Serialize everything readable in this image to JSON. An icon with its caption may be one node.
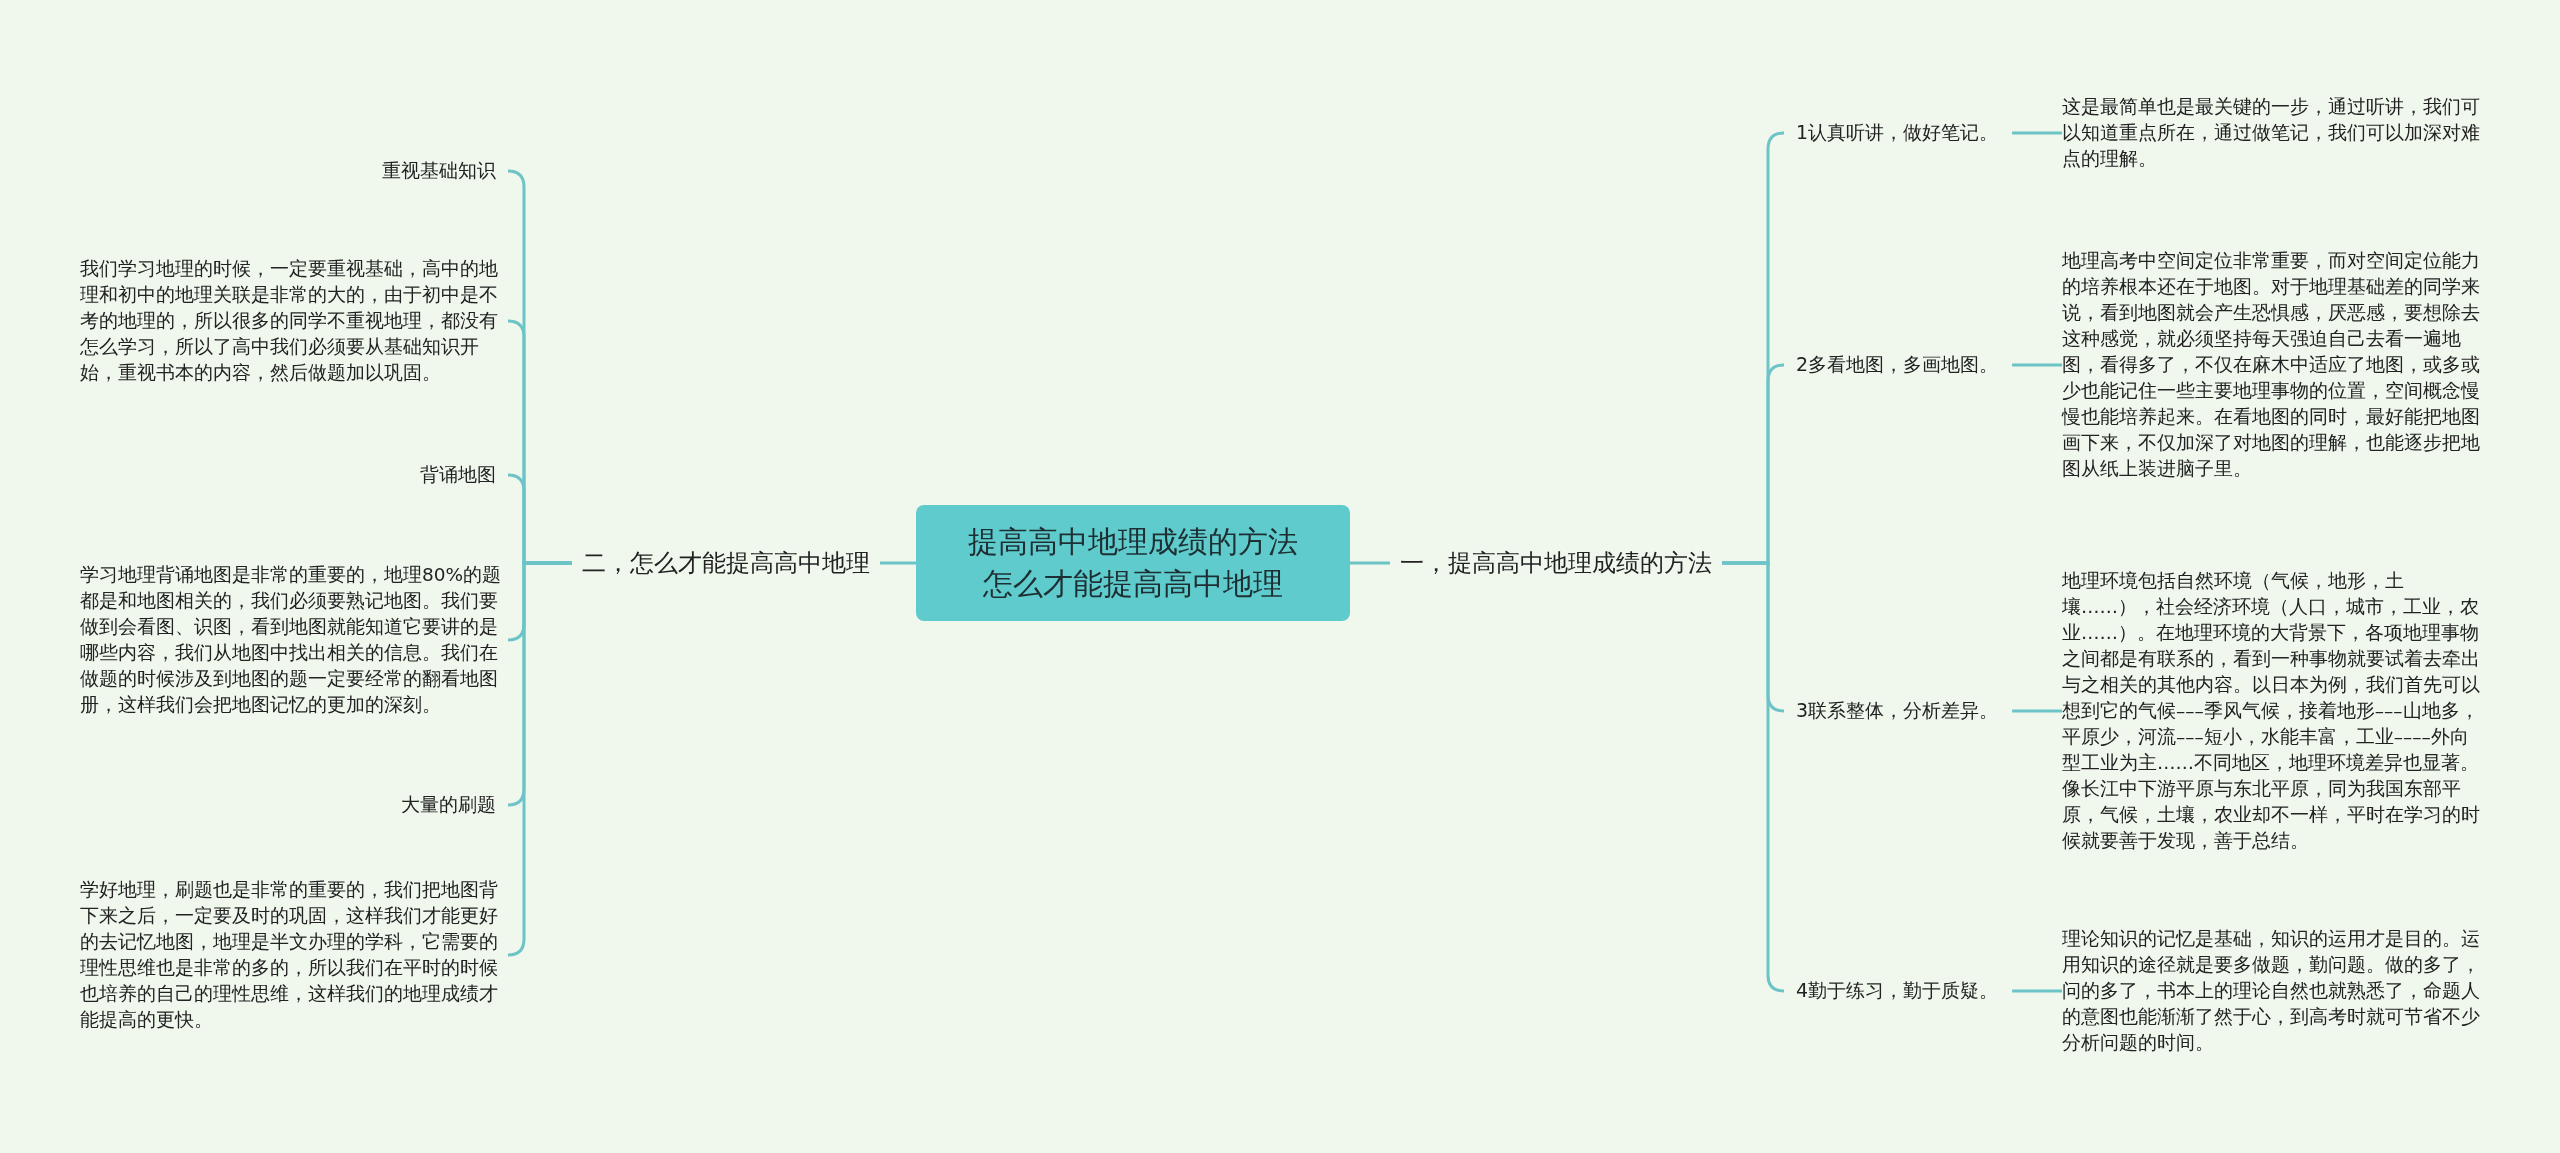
{
  "diagram": {
    "nodes": [
      {
        "text": [
          "提高高中地理成绩的方法",
          "怎么才能提高高中地理"
        ]
      },
      {
        "text": [
          "二，怎么才能提高高中地理"
        ]
      },
      {
        "text": [
          "重视基础知识"
        ]
      },
      {
        "text": [
          "我们学习地理的时候，一定要重视基础，高中的地理和初中的地理关联是非常的大的，由于初中是不考的地理的，所以很多的同学不重视地理，都没有怎么学习，所以了高中我们必须要从基础知识开始，重视书本的内容，然后做题加以巩固。"
        ]
      },
      {
        "text": [
          "背诵地图"
        ]
      },
      {
        "text": [
          "学习地理背诵地图是非常的重要的，地理80%的题都是和地图相关的，我们必须要熟记地图。我们要做到会看图、识图，看到地图就能知道它要讲的是哪些内容，我们从地图中找出相关的信息。我们在做题的时候涉及到地图的题一定要经常的翻看地图册，这样我们会把地图记忆的更加的深刻。"
        ]
      },
      {
        "text": [
          "大量的刷题"
        ]
      },
      {
        "text": [
          "学好地理，刷题也是非常的重要的，我们把地图背下来之后，一定要及时的巩固，这样我们才能更好的去记忆地图，地理是半文办理的学科，它需要的理性思维也是非常的多的，所以我们在平时的时候也培养的自己的理性思维，这样我们的地理成绩才能提高的更快。"
        ]
      },
      {
        "text": [
          "一，提高高中地理成绩的方法"
        ]
      },
      {
        "text": [
          "1认真听讲，做好笔记。"
        ]
      },
      {
        "text": [
          "这是最简单也是最关键的一步，通过听讲，我们可以知道重点所在，通过做笔记，我们可以加深对难点的理解。"
        ]
      },
      {
        "text": [
          "2多看地图，多画地图。"
        ]
      },
      {
        "text": [
          "地理高考中空间定位非常重要，而对空间定位能力的培养根本还在于地图。对于地理基础差的同学来说，看到地图就会产生恐惧感，厌恶感，要想除去这种感觉，就必须坚持每天强迫自己去看一遍地图，看得多了，不仅在麻木中适应了地图，或多或少也能记住一些主要地理事物的位置，空间概念慢慢也能培养起来。在看地图的同时，最好能把地图画下来，不仅加深了对地图的理解，也能逐步把地图从纸上装进脑子里。"
        ]
      },
      {
        "text": [
          "3联系整体，分析差异。"
        ]
      },
      {
        "text": [
          "地理环境包括自然环境（气候，地形，土壤……），社会经济环境（人口，城市，工业，农业……）。在地理环境的大背景下，各项地理事物之间都是有联系的，看到一种事物就要试着去牵出与之相关的其他内容。以日本为例，我们首先可以想到它的气候–––季风气候，接着地形–––山地多，平原少，河流–––短小，水能丰富，工业––––外向型工业为主……不同地区，地理环境差异也显著。像长江中下游平原与东北平原，同为我国东部平原，气候，土壤，农业却不一样，平时在学习的时候就要善于发现，善于总结。"
        ]
      },
      {
        "text": [
          "4勤于练习，勤于质疑。"
        ]
      },
      {
        "text": [
          "理论知识的记忆是基础，知识的运用才是目的。运用知识的途径就是要多做题，勤问题。做的多了，问的多了，书本上的理论自然也就熟悉了，命题人的意图也能渐渐了然于心，到高考时就可节省不少分析问题的时间。"
        ]
      }
    ],
    "edges": [
      {
        "from": 0,
        "to": 1,
        "arrow": "none"
      },
      {
        "from": 1,
        "to": 2,
        "arrow": "none"
      },
      {
        "from": 1,
        "to": 3,
        "arrow": "none"
      },
      {
        "from": 1,
        "to": 4,
        "arrow": "none"
      },
      {
        "from": 1,
        "to": 5,
        "arrow": "none"
      },
      {
        "from": 1,
        "to": 6,
        "arrow": "none"
      },
      {
        "from": 1,
        "to": 7,
        "arrow": "none"
      },
      {
        "from": 0,
        "to": 8,
        "arrow": "none"
      },
      {
        "from": 8,
        "to": 9,
        "arrow": "none"
      },
      {
        "from": 8,
        "to": 11,
        "arrow": "none"
      },
      {
        "from": 8,
        "to": 13,
        "arrow": "none"
      },
      {
        "from": 8,
        "to": 15,
        "arrow": "none"
      },
      {
        "from": 9,
        "to": 10,
        "arrow": "none"
      },
      {
        "from": 11,
        "to": 12,
        "arrow": "none"
      },
      {
        "from": 13,
        "to": 14,
        "arrow": "none"
      },
      {
        "from": 15,
        "to": 16,
        "arrow": "none"
      }
    ]
  }
}
